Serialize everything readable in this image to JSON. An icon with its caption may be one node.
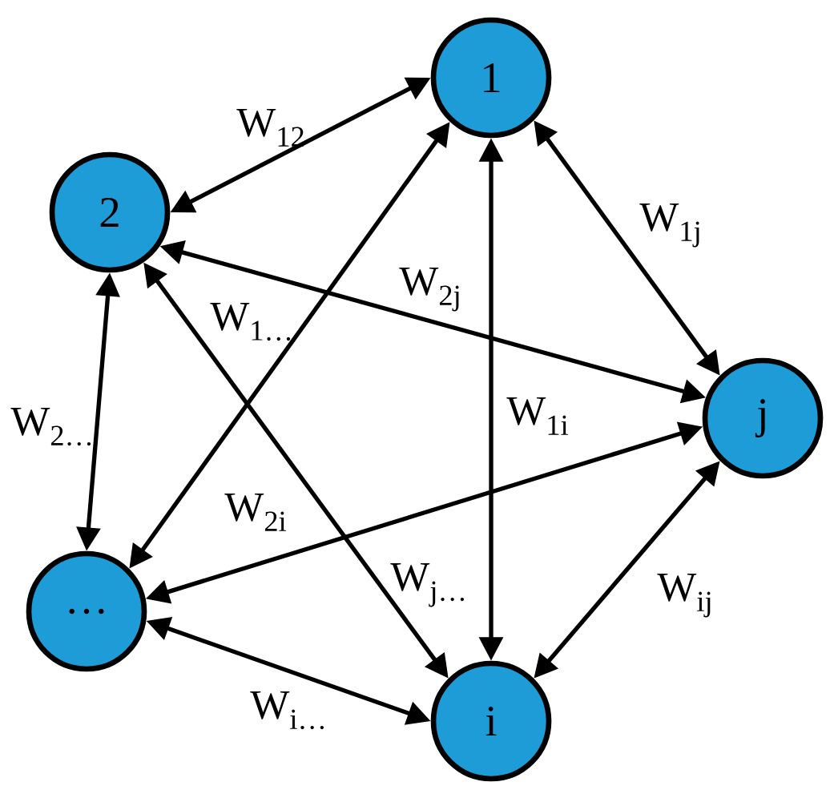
{
  "diagram": {
    "nodes": [
      {
        "text": [
          "1"
        ]
      },
      {
        "text": [
          "2"
        ]
      },
      {
        "text": [
          "j"
        ]
      },
      {
        "text": [
          "…"
        ]
      },
      {
        "text": [
          "i"
        ]
      }
    ],
    "edges": [
      {
        "from": 0,
        "to": 1,
        "arrow": "both",
        "label": "W$_{12}$"
      },
      {
        "from": 0,
        "to": 2,
        "arrow": "both",
        "label": "W$_{1j}$"
      },
      {
        "from": 1,
        "to": 2,
        "arrow": "both",
        "label": "W$_{2j}$"
      },
      {
        "from": 0,
        "to": 3,
        "arrow": "both",
        "label": "W$_{1…}$"
      },
      {
        "from": 1,
        "to": 3,
        "arrow": "both",
        "label": "W$_{2…}$"
      },
      {
        "from": 0,
        "to": 4,
        "arrow": "both",
        "label": "W$_{1i}$"
      },
      {
        "from": 1,
        "to": 4,
        "arrow": "both",
        "label": "W$_{2i}$"
      },
      {
        "from": 3,
        "to": 2,
        "arrow": "both",
        "label": "W$_{j…}$"
      },
      {
        "from": 4,
        "to": 2,
        "arrow": "both",
        "label": "W$_{ij}$"
      },
      {
        "from": 3,
        "to": 4,
        "arrow": "both",
        "label": "W$_{i…}$"
      }
    ]
  }
}
